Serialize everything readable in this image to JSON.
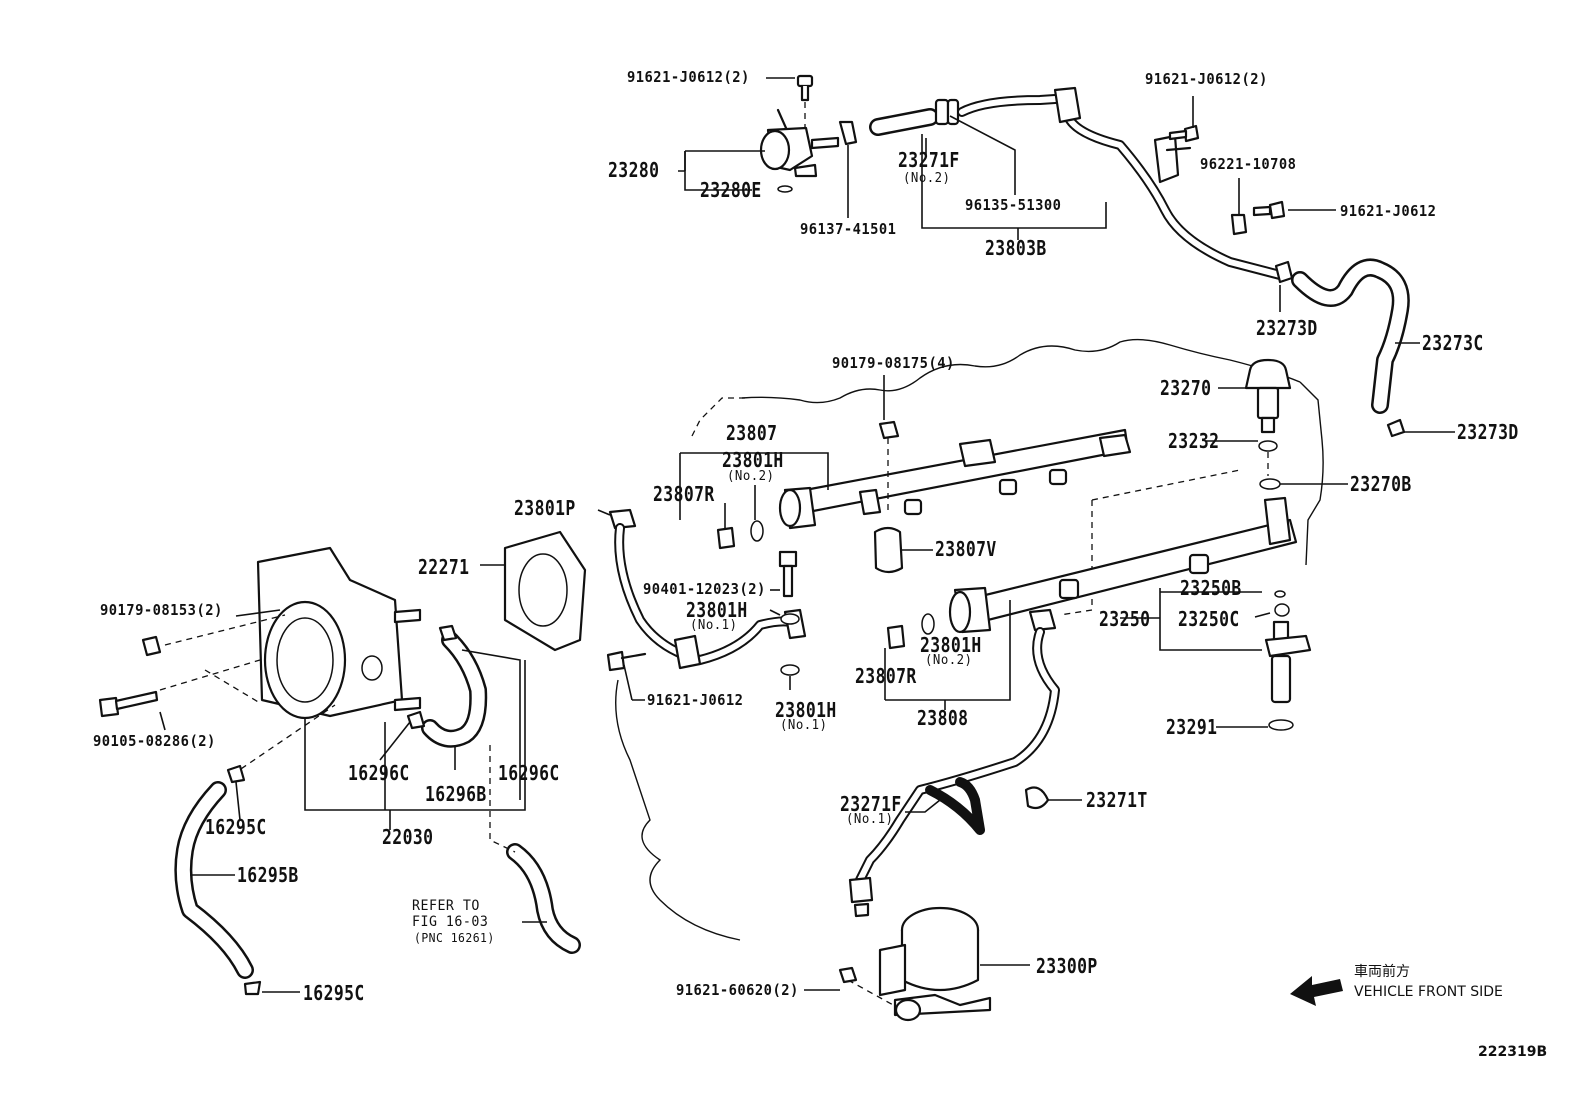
{
  "diagram": {
    "ref_code": "222319B",
    "front_indicator": {
      "jp": "車両前方",
      "en": "VEHICLE FRONT SIDE",
      "icon": "arrow-left-icon"
    },
    "refer_note": [
      "REFER TO",
      "FIG 16-03",
      "(PNC 16261)"
    ],
    "labels": {
      "l_91621_J0612_2_a": "91621-J0612(2)",
      "l_23280": "23280",
      "l_23280E": "23280E",
      "l_96137_41501": "96137-41501",
      "l_23271F_top": "23271F",
      "l_23271F_top_sub": "(No.2)",
      "l_96135_51300": "96135-51300",
      "l_23803B": "23803B",
      "l_91621_J0612_2_b": "91621-J0612(2)",
      "l_96221_10708": "96221-10708",
      "l_91621_J0612_c": "91621-J0612",
      "l_23273D_a": "23273D",
      "l_23273C": "23273C",
      "l_23273D_b": "23273D",
      "l_90179_08175_4": "90179-08175(4)",
      "l_23270": "23270",
      "l_23232": "23232",
      "l_23270B": "23270B",
      "l_23807": "23807",
      "l_23801H_a": "23801H",
      "l_23801H_a_sub": "(No.2)",
      "l_23807R_a": "23807R",
      "l_23801P": "23801P",
      "l_23807V": "23807V",
      "l_22271": "22271",
      "l_90401_12023_2": "90401-12023(2)",
      "l_23801H_b": "23801H",
      "l_23801H_b_sub": "(No.1)",
      "l_90179_08153_2": "90179-08153(2)",
      "l_23250B": "23250B",
      "l_23250": "23250",
      "l_23250C": "23250C",
      "l_23801H_c": "23801H",
      "l_23801H_c_sub": "(No.2)",
      "l_23807R_b": "23807R",
      "l_91621_J0612_d": "91621-J0612",
      "l_23801H_d": "23801H",
      "l_23801H_d_sub": "(No.1)",
      "l_23808": "23808",
      "l_90105_08286_2": "90105-08286(2)",
      "l_23291": "23291",
      "l_16296C_a": "16296C",
      "l_16296C_b": "16296C",
      "l_16296B": "16296B",
      "l_16295C_a": "16295C",
      "l_22030": "22030",
      "l_23271F_bot": "23271F",
      "l_23271F_bot_sub": "(No.1)",
      "l_23271T": "23271T",
      "l_16295B": "16295B",
      "l_23300P": "23300P",
      "l_91621_60620_2": "91621-60620(2)",
      "l_16295C_b": "16295C"
    }
  }
}
